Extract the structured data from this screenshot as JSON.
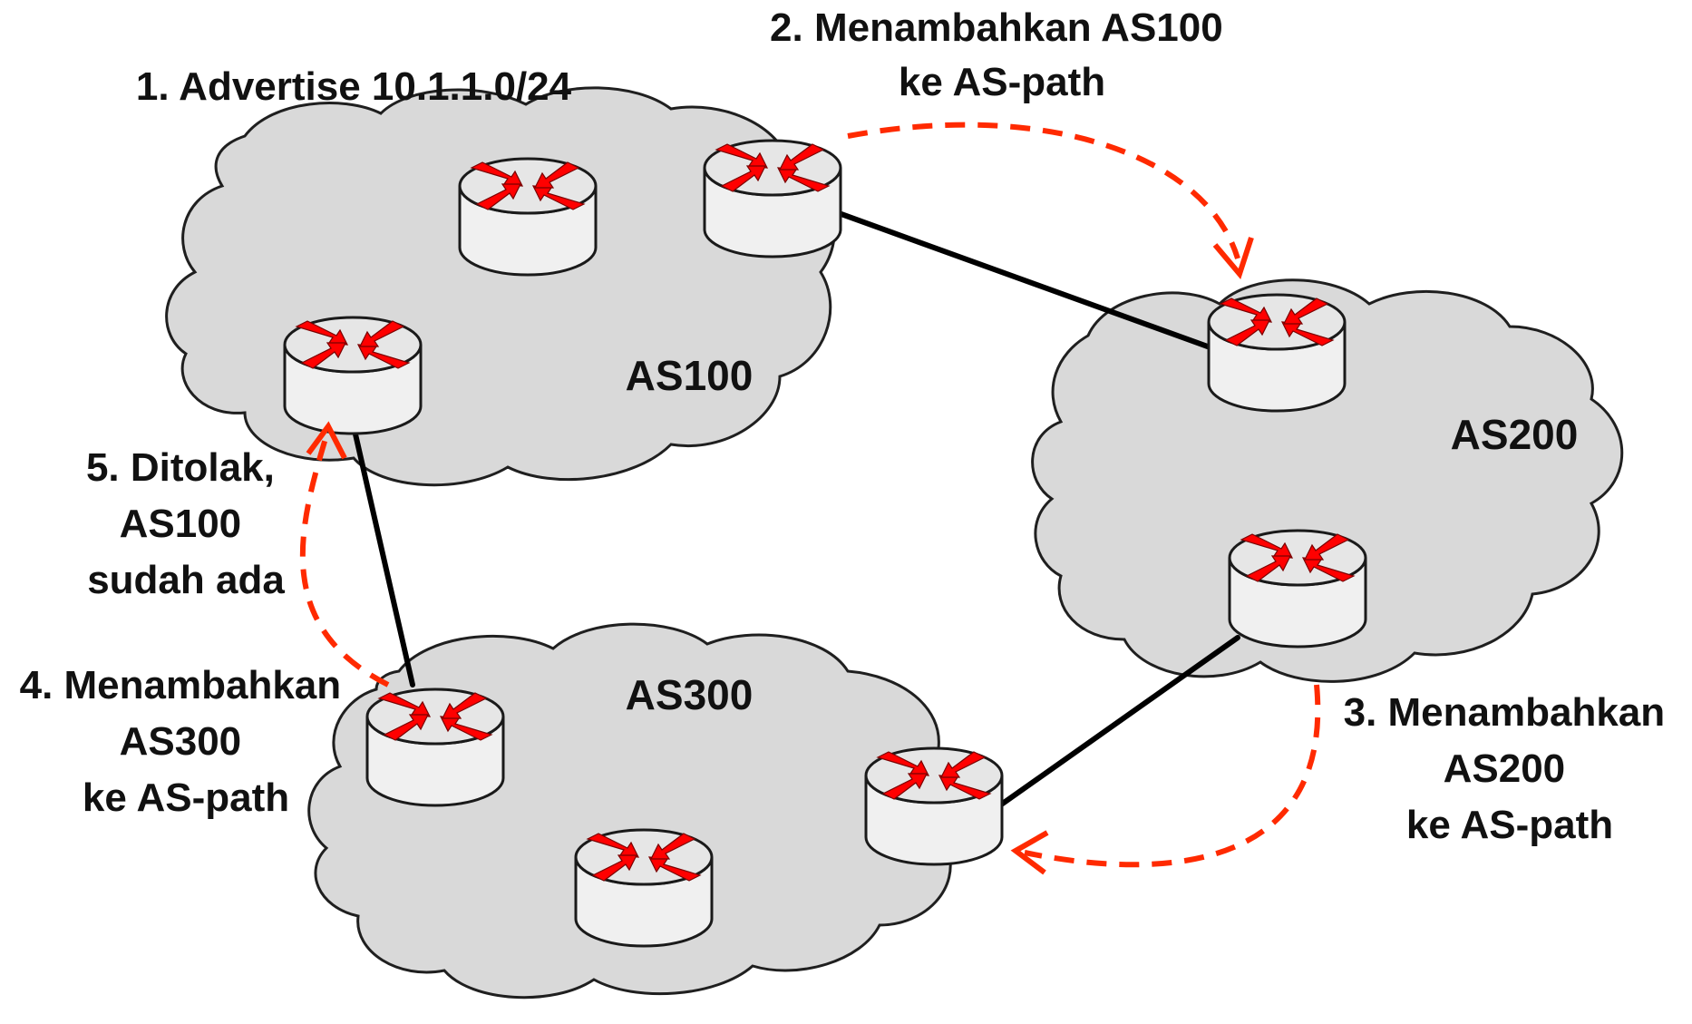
{
  "colors": {
    "cloud_fill": "#d9d9d9",
    "flow_arrow": "#ff2a00",
    "router_arrow": "#ff0000",
    "link": "#000000"
  },
  "clouds": {
    "as100": "AS100",
    "as200": "AS200",
    "as300": "AS300"
  },
  "steps": {
    "s1": [
      "1. Advertise 10.1.1.0/24"
    ],
    "s2": [
      "2. Menambahkan AS100",
      "ke AS-path"
    ],
    "s3": [
      "3. Menambahkan",
      "AS200",
      "ke AS-path"
    ],
    "s4": [
      "4. Menambahkan",
      "AS300",
      "ke AS-path"
    ],
    "s5": [
      "5. Ditolak,",
      "AS100",
      "sudah ada"
    ]
  },
  "icons": [
    "router-icon"
  ]
}
